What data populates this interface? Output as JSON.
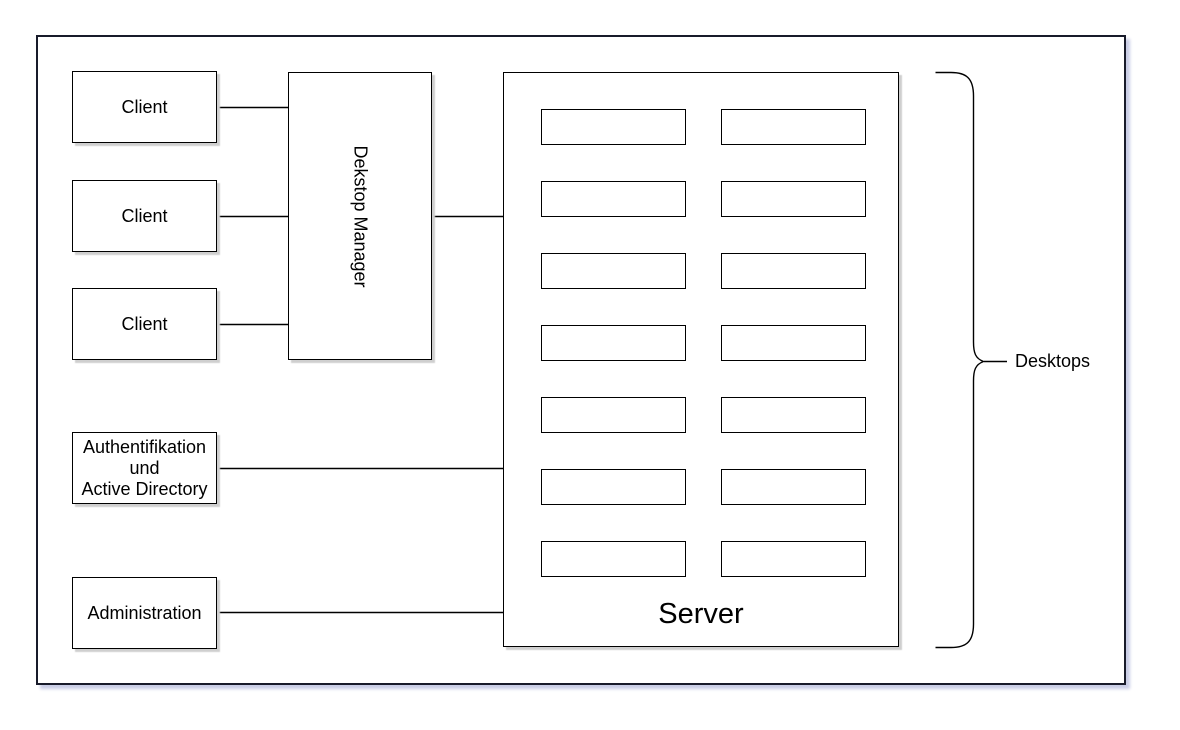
{
  "clients": [
    {
      "label": "Client"
    },
    {
      "label": "Client"
    },
    {
      "label": "Client"
    }
  ],
  "desktop_manager": {
    "label": "Dekstop Manager"
  },
  "server": {
    "label": "Server",
    "slot_rows": 7,
    "slot_cols": 2
  },
  "authentication": {
    "lines": [
      "Authentifikation",
      "und",
      "Active Directory"
    ]
  },
  "administration": {
    "label": "Administration"
  },
  "desktops_brace": {
    "label": "Desktops"
  },
  "colors": {
    "background": "#ffffff",
    "shape_border": "#000000",
    "shape_shadow": "#cfcfcf",
    "outer_border": "#181b2a",
    "outer_shadow": "#c9cde6",
    "connector": "#000000"
  }
}
